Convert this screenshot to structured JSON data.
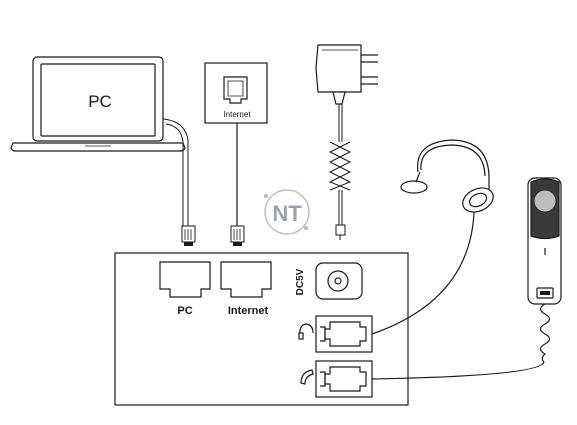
{
  "laptop": {
    "label": "PC"
  },
  "wall_jack": {
    "label": "Internet"
  },
  "watermark": {
    "text": "NT"
  },
  "phone_ports": {
    "pc_label": "PC",
    "internet_label": "Internet",
    "power_label": "DC5V"
  },
  "colors": {
    "stroke": "#1a1a1a",
    "watermark": "#9aa3ad",
    "background": "#ffffff"
  }
}
